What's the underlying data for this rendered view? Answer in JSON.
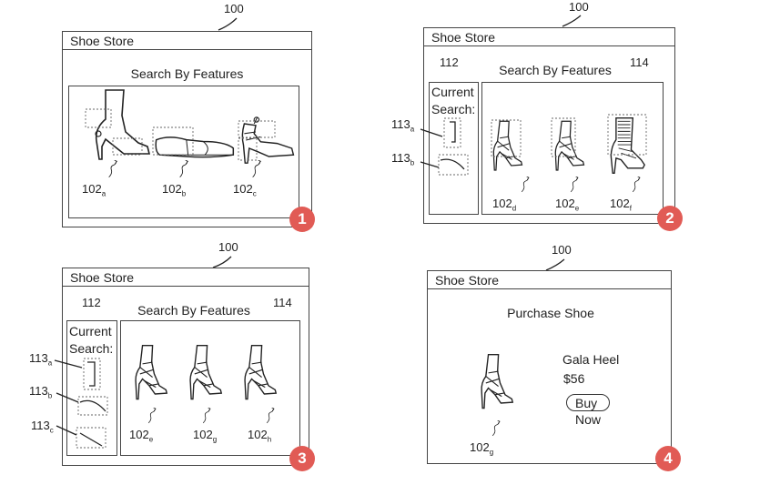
{
  "panels": [
    {
      "ref": "100",
      "title": "Shoe Store",
      "heading": "Search By Features",
      "badge": "1",
      "items": [
        {
          "base": "102",
          "sub": "a"
        },
        {
          "base": "102",
          "sub": "b"
        },
        {
          "base": "102",
          "sub": "c"
        }
      ]
    },
    {
      "ref": "100",
      "title": "Shoe Store",
      "heading": "Search By Features",
      "badge": "2",
      "current_ref": "112",
      "results_ref": "114",
      "current_label": "Current Search:",
      "features": [
        {
          "base": "113",
          "sub": "a"
        },
        {
          "base": "113",
          "sub": "b"
        }
      ],
      "items": [
        {
          "base": "102",
          "sub": "d"
        },
        {
          "base": "102",
          "sub": "e"
        },
        {
          "base": "102",
          "sub": "f"
        }
      ]
    },
    {
      "ref": "100",
      "title": "Shoe Store",
      "heading": "Search By Features",
      "badge": "3",
      "current_ref": "112",
      "results_ref": "114",
      "current_label": "Current Search:",
      "features": [
        {
          "base": "113",
          "sub": "a"
        },
        {
          "base": "113",
          "sub": "b"
        },
        {
          "base": "113",
          "sub": "c"
        }
      ],
      "items": [
        {
          "base": "102",
          "sub": "e"
        },
        {
          "base": "102",
          "sub": "g"
        },
        {
          "base": "102",
          "sub": "h"
        }
      ]
    },
    {
      "ref": "100",
      "title": "Shoe Store",
      "heading": "Purchase Shoe",
      "badge": "4",
      "product_name": "Gala Heel",
      "price": "$56",
      "buy_label": "Buy Now",
      "item": {
        "base": "102",
        "sub": "g"
      }
    }
  ]
}
